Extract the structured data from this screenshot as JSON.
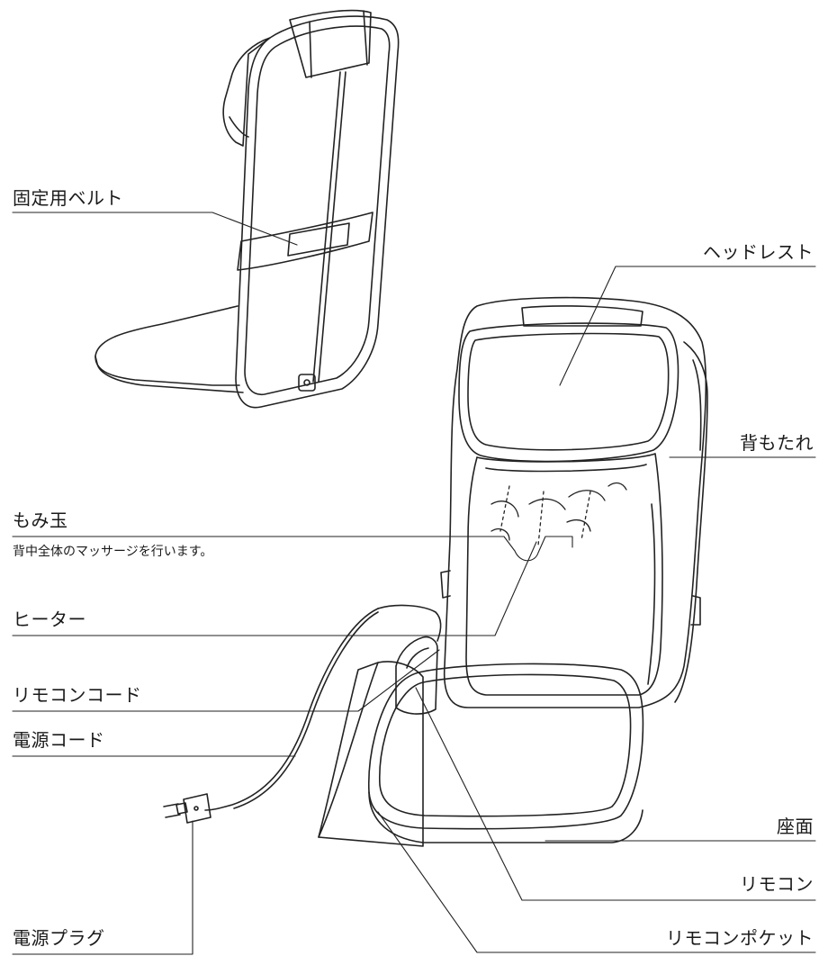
{
  "labels": {
    "fixing_belt": "固定用ベルト",
    "headrest": "ヘッドレスト",
    "backrest": "背もたれ",
    "massage_balls": "もみ玉",
    "massage_balls_desc": "背中全体のマッサージを行います。",
    "heater": "ヒーター",
    "remote_cord": "リモコンコード",
    "power_cord": "電源コード",
    "seat": "座面",
    "remote": "リモコン",
    "power_plug": "電源プラグ",
    "remote_pocket": "リモコンポケット"
  }
}
